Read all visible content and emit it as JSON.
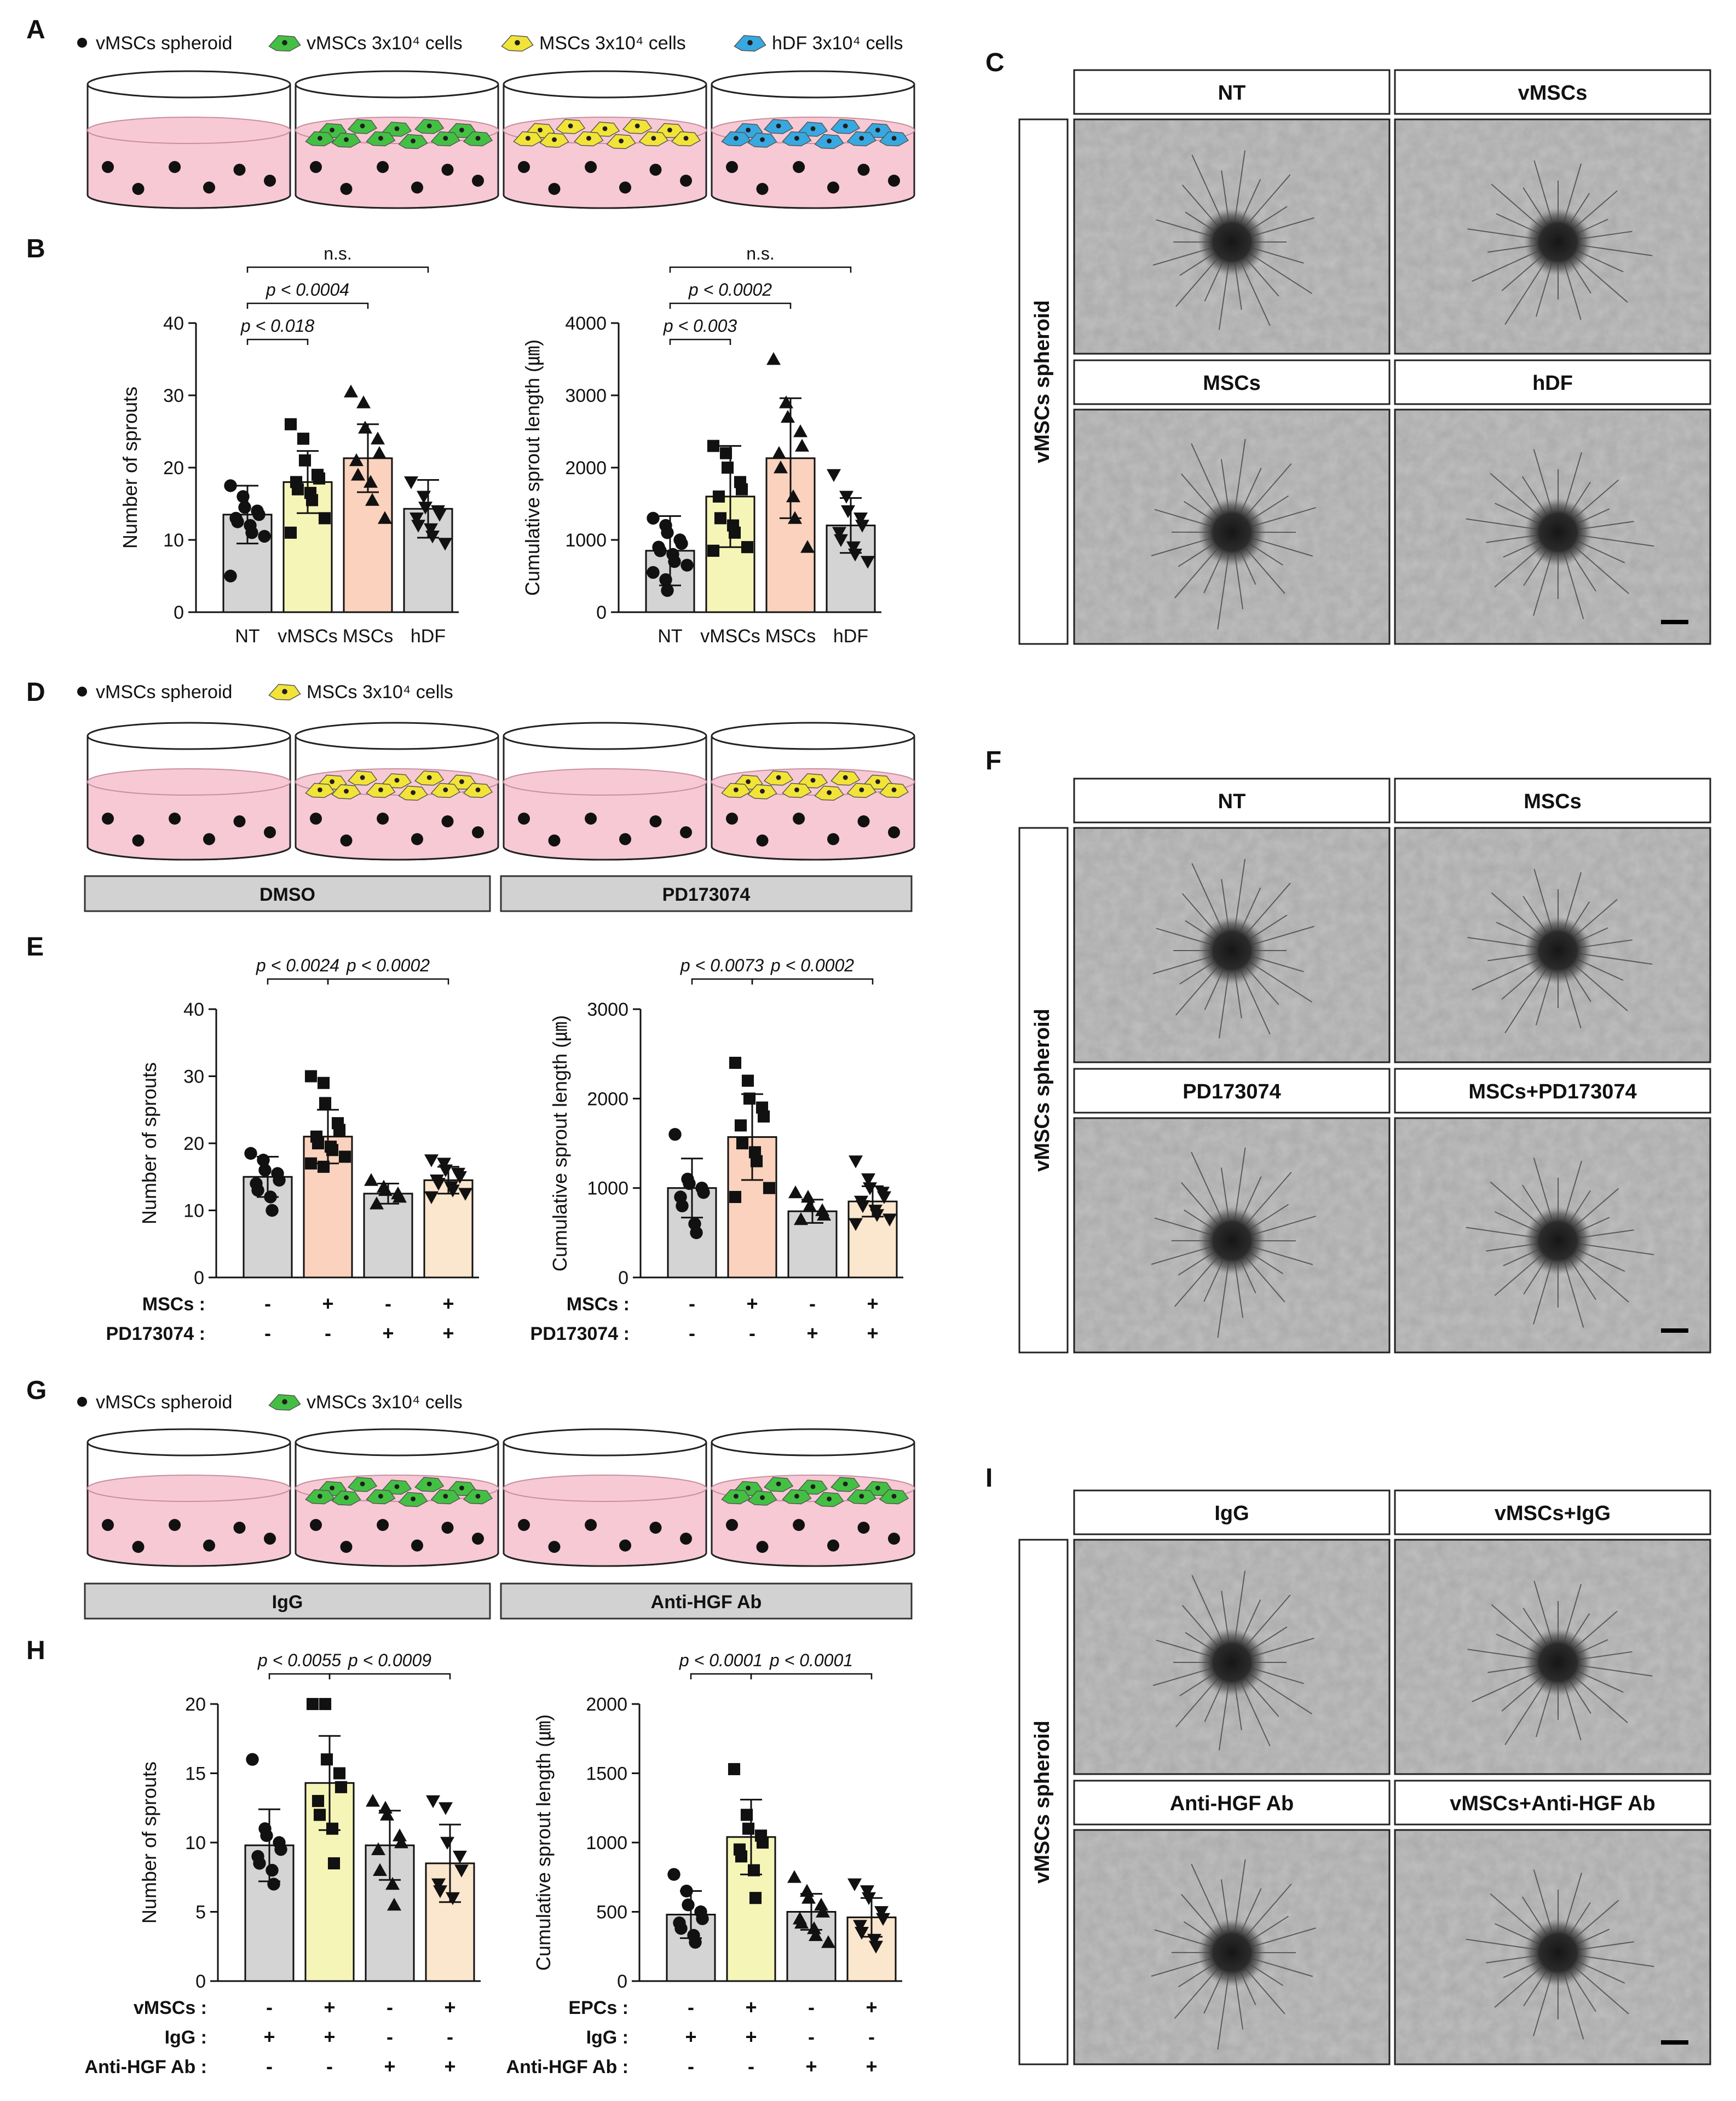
{
  "colors": {
    "gray": "#d4d4d4",
    "yellow": "#f6f5b8",
    "salmon": "#fad2bd",
    "cream": "#fbe6ce",
    "medium_pink": "#f7c9d4",
    "cell_green": "#43c043",
    "cell_yellow": "#f2e338",
    "cell_blue": "#38a8e0"
  },
  "panels": {
    "A": {
      "label": "A",
      "legend": [
        "vMSCs spheroid",
        "vMSCs 3x10⁴ cells",
        "MSCs 3x10⁴ cells",
        "hDF 3x10⁴ cells"
      ],
      "legend_icons": [
        "black-dot-icon",
        "green-cell-icon",
        "yellow-cell-icon",
        "blue-cell-icon"
      ],
      "dishes": [
        "none",
        "green",
        "yellow",
        "blue"
      ]
    },
    "C": {
      "label": "C",
      "side": "vMSCs spheroid",
      "headers": [
        "NT",
        "vMSCs",
        "MSCs",
        "hDF"
      ]
    },
    "D": {
      "label": "D",
      "legend": [
        "vMSCs spheroid",
        "MSCs 3x10⁴ cells"
      ],
      "legend_icons": [
        "black-dot-icon",
        "yellow-cell-icon"
      ],
      "dishes": [
        "none",
        "yellow",
        "none",
        "yellow"
      ],
      "bars": [
        "DMSO",
        "PD173074"
      ]
    },
    "F": {
      "label": "F",
      "side": "vMSCs spheroid",
      "headers": [
        "NT",
        "MSCs",
        "PD173074",
        "MSCs+PD173074"
      ]
    },
    "G": {
      "label": "G",
      "legend": [
        "vMSCs spheroid",
        "vMSCs 3x10⁴ cells"
      ],
      "legend_icons": [
        "black-dot-icon",
        "green-cell-icon"
      ],
      "dishes": [
        "none",
        "green",
        "none",
        "green"
      ],
      "bars": [
        "IgG",
        "Anti-HGF Ab"
      ]
    },
    "I": {
      "label": "I",
      "side": "vMSCs spheroid",
      "headers": [
        "IgG",
        "vMSCs+IgG",
        "Anti-HGF Ab",
        "vMSCs+Anti-HGF Ab"
      ]
    }
  },
  "labels": {
    "B": "B",
    "E": "E",
    "H": "H"
  },
  "chart_data": [
    {
      "id": "B1",
      "type": "bar",
      "ylabel": "Number of sprouts",
      "ylim": [
        0,
        40
      ],
      "yticks": [
        0,
        10,
        20,
        30,
        40
      ],
      "categories": [
        "NT",
        "vMSCs",
        "MSCs",
        "hDF"
      ],
      "colors": [
        "gray",
        "yellow",
        "salmon",
        "gray"
      ],
      "values": [
        13.5,
        18,
        21.3,
        14.3
      ],
      "sd": [
        4,
        4.3,
        4.7,
        4
      ],
      "markers": [
        "circle",
        "square",
        "triangle",
        "triangle-down"
      ],
      "points": [
        [
          17.5,
          16,
          14.5,
          14,
          13.5,
          13,
          12.5,
          12,
          11,
          10.5,
          5
        ],
        [
          26,
          24,
          21,
          19,
          18.5,
          18,
          17,
          16.5,
          15.5,
          13,
          11
        ],
        [
          30.5,
          29,
          25.5,
          24,
          22,
          21,
          19,
          18,
          15.5,
          13
        ],
        [
          18,
          16,
          14.5,
          14,
          13.5,
          13,
          12,
          11.5,
          10.5,
          9.5
        ]
      ],
      "sig": [
        {
          "text": "p < 0.018",
          "from": 0,
          "to": 1
        },
        {
          "text": "p < 0.0004",
          "from": 0,
          "to": 2
        },
        {
          "text": "n.s.",
          "from": 0,
          "to": 3
        }
      ]
    },
    {
      "id": "B2",
      "type": "bar",
      "ylabel": "Cumulative sprout length (㎛)",
      "ylim": [
        0,
        4000
      ],
      "yticks": [
        0,
        1000,
        2000,
        3000,
        4000
      ],
      "categories": [
        "NT",
        "vMSCs",
        "MSCs",
        "hDF"
      ],
      "colors": [
        "gray",
        "yellow",
        "salmon",
        "gray"
      ],
      "values": [
        850,
        1600,
        2130,
        1200
      ],
      "sd": [
        480,
        700,
        830,
        380
      ],
      "markers": [
        "circle",
        "square",
        "triangle",
        "triangle-down"
      ],
      "points": [
        [
          1300,
          1200,
          1100,
          1000,
          950,
          900,
          850,
          800,
          700,
          650,
          550,
          450,
          300
        ],
        [
          2300,
          2200,
          2000,
          1800,
          1700,
          1600,
          1300,
          1200,
          1100,
          900,
          850
        ],
        [
          3500,
          2900,
          2700,
          2500,
          2300,
          2200,
          2000,
          1600,
          1300,
          900
        ],
        [
          1900,
          1600,
          1400,
          1300,
          1200,
          1100,
          1000,
          900,
          800,
          700
        ]
      ],
      "sig": [
        {
          "text": "p < 0.003",
          "from": 0,
          "to": 1
        },
        {
          "text": "p < 0.0002",
          "from": 0,
          "to": 2
        },
        {
          "text": "n.s.",
          "from": 0,
          "to": 3
        }
      ]
    },
    {
      "id": "E1",
      "type": "bar",
      "ylabel": "Number of sprouts",
      "ylim": [
        0,
        40
      ],
      "yticks": [
        0,
        10,
        20,
        30,
        40
      ],
      "categories": [
        "",
        "",
        "",
        ""
      ],
      "colors": [
        "gray",
        "salmon",
        "gray",
        "cream"
      ],
      "values": [
        15,
        21,
        12.5,
        14.5
      ],
      "sd": [
        3,
        4,
        1.5,
        2
      ],
      "markers": [
        "circle",
        "square",
        "triangle",
        "triangle-down"
      ],
      "points": [
        [
          18.5,
          17.5,
          16,
          15.5,
          14.5,
          14,
          13,
          12,
          10
        ],
        [
          30,
          29,
          26,
          23,
          22,
          21,
          20,
          19.5,
          19,
          18,
          17,
          16.5
        ],
        [
          14.5,
          13.5,
          13,
          12.5,
          12,
          11
        ],
        [
          17.5,
          17,
          16,
          15.5,
          15,
          14.5,
          14,
          13.5,
          13,
          12.5,
          12
        ]
      ],
      "sig": [
        {
          "text": "p < 0.0024",
          "from": 0,
          "to": 1
        },
        {
          "text": "p < 0.0002",
          "from": 1,
          "to": 3
        }
      ],
      "rows": [
        {
          "label": "MSCs :",
          "signs": [
            "-",
            "+",
            "-",
            "+"
          ]
        },
        {
          "label": "PD173074 :",
          "signs": [
            "-",
            "-",
            "+",
            "+"
          ]
        }
      ]
    },
    {
      "id": "E2",
      "type": "bar",
      "ylabel": "Cumulative sprout length (㎛)",
      "ylim": [
        0,
        3000
      ],
      "yticks": [
        0,
        1000,
        2000,
        3000
      ],
      "categories": [
        "",
        "",
        "",
        ""
      ],
      "colors": [
        "gray",
        "salmon",
        "gray",
        "cream"
      ],
      "values": [
        1000,
        1570,
        740,
        850
      ],
      "sd": [
        330,
        480,
        130,
        170
      ],
      "markers": [
        "circle",
        "square",
        "triangle",
        "triangle-down"
      ],
      "points": [
        [
          1600,
          1100,
          1050,
          1000,
          950,
          900,
          800,
          600,
          500
        ],
        [
          2400,
          2200,
          2000,
          1900,
          1800,
          1700,
          1500,
          1400,
          1300,
          1000,
          900
        ],
        [
          950,
          900,
          800,
          750,
          700,
          650
        ],
        [
          1300,
          1100,
          1000,
          950,
          900,
          850,
          800,
          750,
          700,
          650,
          600
        ]
      ],
      "sig": [
        {
          "text": "p < 0.0073",
          "from": 0,
          "to": 1
        },
        {
          "text": "p < 0.0002",
          "from": 1,
          "to": 3
        }
      ],
      "rows": [
        {
          "label": "MSCs :",
          "signs": [
            "-",
            "+",
            "-",
            "+"
          ]
        },
        {
          "label": "PD173074 :",
          "signs": [
            "-",
            "-",
            "+",
            "+"
          ]
        }
      ]
    },
    {
      "id": "H1",
      "type": "bar",
      "ylabel": "Number of sprouts",
      "ylim": [
        0,
        20
      ],
      "yticks": [
        0,
        5,
        10,
        15,
        20
      ],
      "categories": [
        "",
        "",
        "",
        ""
      ],
      "colors": [
        "gray",
        "yellow",
        "gray",
        "cream"
      ],
      "values": [
        9.8,
        14.3,
        9.8,
        8.5
      ],
      "sd": [
        2.6,
        3.4,
        2.5,
        2.8
      ],
      "markers": [
        "circle",
        "square",
        "triangle",
        "triangle-down"
      ],
      "points": [
        [
          16,
          11,
          10.5,
          10,
          9.5,
          9,
          8.5,
          8,
          7
        ],
        [
          20,
          20,
          16,
          15,
          14,
          13,
          12,
          11,
          8.5
        ],
        [
          13,
          12.5,
          12,
          10.5,
          10,
          9.5,
          8,
          7,
          5.5
        ],
        [
          13,
          12.5,
          10,
          9,
          8,
          7,
          6.5,
          6
        ]
      ],
      "sig": [
        {
          "text": "p < 0.0055",
          "from": 0,
          "to": 1
        },
        {
          "text": "p < 0.0009",
          "from": 1,
          "to": 3
        }
      ],
      "rows": [
        {
          "label": "vMSCs :",
          "signs": [
            "-",
            "+",
            "-",
            "+"
          ]
        },
        {
          "label": "IgG :",
          "signs": [
            "+",
            "+",
            "-",
            "-"
          ]
        },
        {
          "label": "Anti-HGF Ab :",
          "signs": [
            "-",
            "-",
            "+",
            "+"
          ]
        }
      ]
    },
    {
      "id": "H2",
      "type": "bar",
      "ylabel": "Cumulative sprout length (㎛)",
      "ylim": [
        0,
        2000
      ],
      "yticks": [
        0,
        500,
        1000,
        1500,
        2000
      ],
      "categories": [
        "",
        "",
        "",
        ""
      ],
      "colors": [
        "gray",
        "yellow",
        "gray",
        "cream"
      ],
      "values": [
        480,
        1040,
        500,
        460
      ],
      "sd": [
        170,
        270,
        130,
        140
      ],
      "markers": [
        "circle",
        "square",
        "triangle",
        "triangle-down"
      ],
      "points": [
        [
          770,
          650,
          550,
          500,
          450,
          420,
          380,
          330,
          280
        ],
        [
          1530,
          1200,
          1100,
          1050,
          1000,
          950,
          900,
          800,
          600
        ],
        [
          750,
          650,
          600,
          550,
          500,
          450,
          420,
          380,
          330,
          280
        ],
        [
          700,
          650,
          600,
          500,
          450,
          400,
          350,
          300,
          250
        ]
      ],
      "sig": [
        {
          "text": "p < 0.0001",
          "from": 0,
          "to": 1
        },
        {
          "text": "p < 0.0001",
          "from": 1,
          "to": 3
        }
      ],
      "rows": [
        {
          "label": "EPCs :",
          "signs": [
            "-",
            "+",
            "-",
            "+"
          ]
        },
        {
          "label": "IgG :",
          "signs": [
            "+",
            "+",
            "-",
            "-"
          ]
        },
        {
          "label": "Anti-HGF Ab :",
          "signs": [
            "-",
            "-",
            "+",
            "+"
          ]
        }
      ]
    }
  ]
}
